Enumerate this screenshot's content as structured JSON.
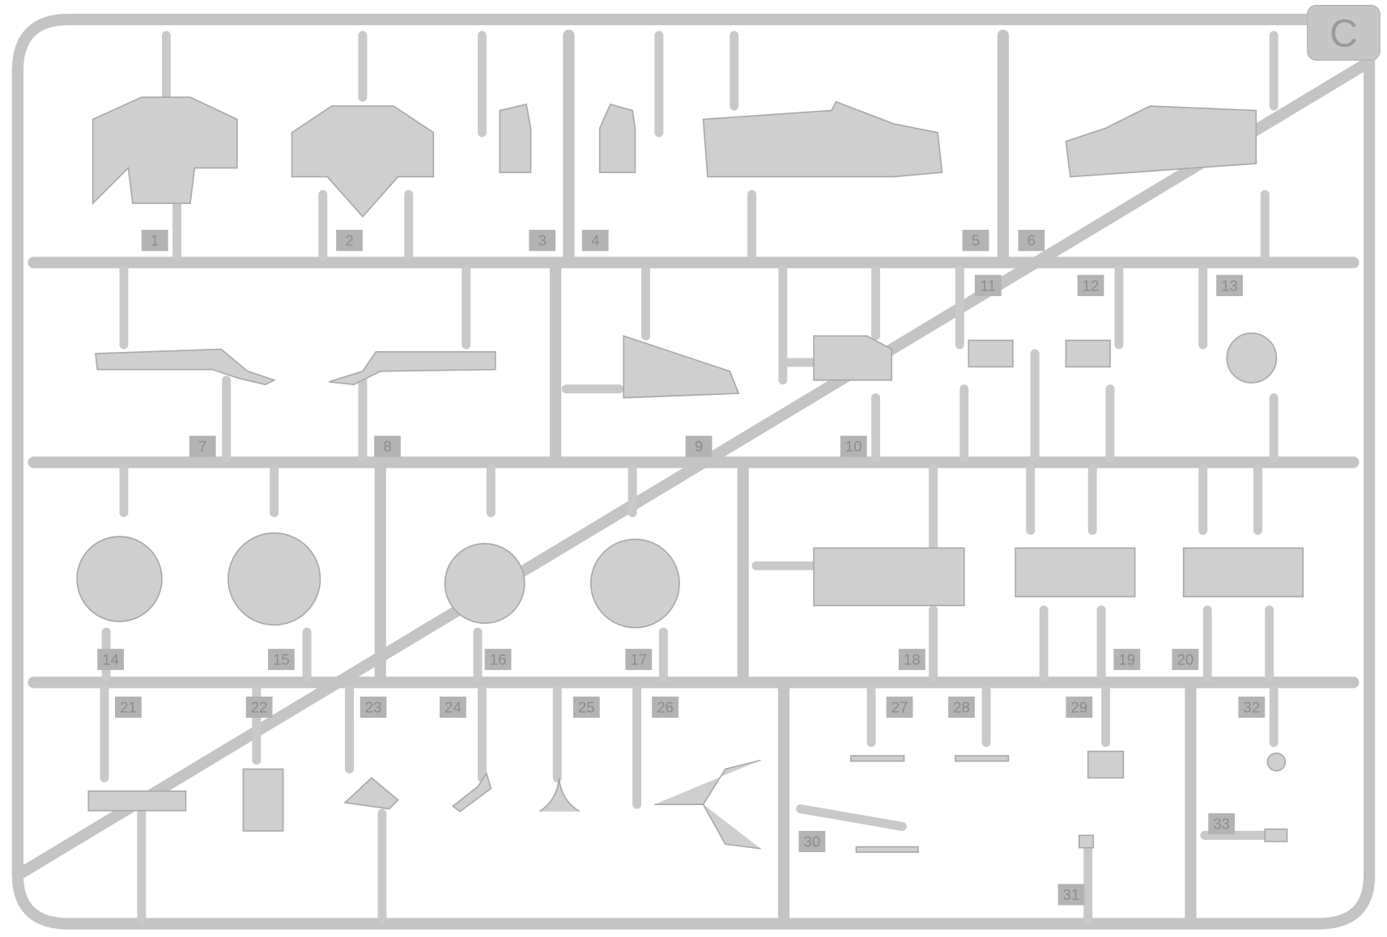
{
  "sprue": {
    "letter": "C",
    "part_numbers": [
      "1",
      "2",
      "3",
      "4",
      "5",
      "6",
      "7",
      "8",
      "9",
      "10",
      "11",
      "12",
      "13",
      "14",
      "15",
      "16",
      "17",
      "18",
      "19",
      "20",
      "21",
      "22",
      "23",
      "24",
      "25",
      "26",
      "27",
      "28",
      "29",
      "30",
      "31",
      "32",
      "33"
    ],
    "colors": {
      "plastic": "#cfcfcf",
      "runner": "#c4c4c4",
      "label": "#b3b3b3"
    }
  }
}
